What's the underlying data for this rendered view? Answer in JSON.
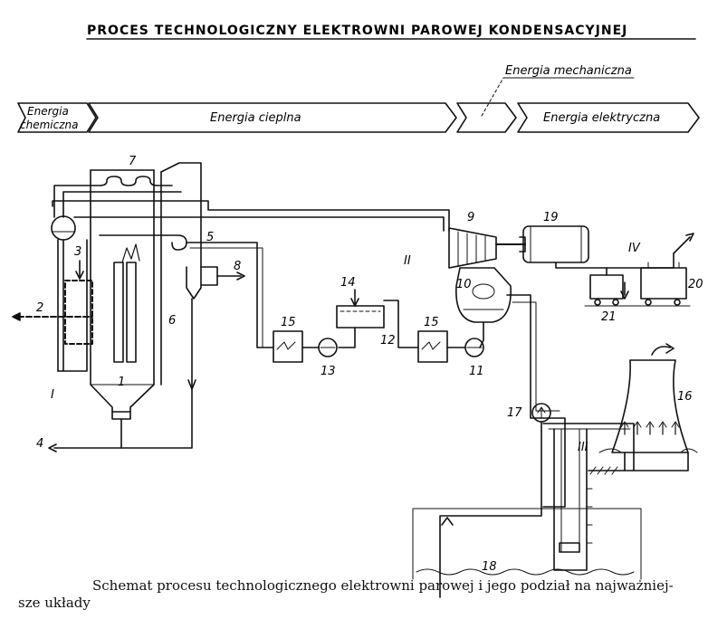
{
  "title": "PROCES TECHNOLOGICZNY ELEKTROWNI PAROWEJ KONDENSACYJNEJ",
  "energy_band": {
    "chemical_line1": "Energia",
    "chemical_line2": "chemiczna",
    "thermal": "Energia cieplna",
    "mechanical": "Energia mechaniczna",
    "electrical": "Energia elektryczna"
  },
  "components": {
    "n1": "1",
    "n2": "2",
    "n3": "3",
    "n4": "4",
    "n5": "5",
    "n6": "6",
    "n7": "7",
    "n8": "8",
    "n9": "9",
    "n10": "10",
    "n11": "11",
    "n12": "12",
    "n13": "13",
    "n14": "14",
    "n15a": "15",
    "n15b": "15",
    "n16": "16",
    "n17": "17",
    "n18": "18",
    "n19": "19",
    "n20": "20",
    "n21": "21"
  },
  "subsystems": {
    "I": "I",
    "II": "II",
    "III": "III",
    "IV": "IV"
  },
  "caption": {
    "line1": "Schemat procesu technologicznego elektrowni parowej i jego podział na najważniej-",
    "line2": "sze układy"
  }
}
